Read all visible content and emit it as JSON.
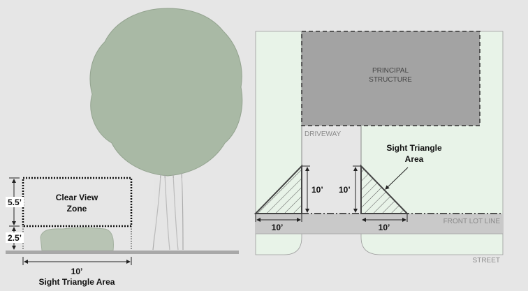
{
  "elevation": {
    "zone_label_line1": "Clear View",
    "zone_label_line2": "Zone",
    "upper_height": "5.5’",
    "lower_height": "2.5’",
    "width": "10’",
    "width_caption": "Sight Triangle Area"
  },
  "plan": {
    "structure_line1": "PRINCIPAL",
    "structure_line2": "STRUCTURE",
    "driveway": "DRIVEWAY",
    "callout_line1": "Sight Triangle",
    "callout_line2": "Area",
    "left_height": "10’",
    "right_height": "10’",
    "left_width": "10’",
    "right_width": "10’",
    "front_lot_line": "FRONT LOT LINE",
    "street": "STREET"
  },
  "colors": {
    "background": "#e6e6e6",
    "lot": "#e8f3e8",
    "structure": "#a3a3a3",
    "sidewalk": "#c9c9c9",
    "foliage": "#a9b9a5"
  }
}
